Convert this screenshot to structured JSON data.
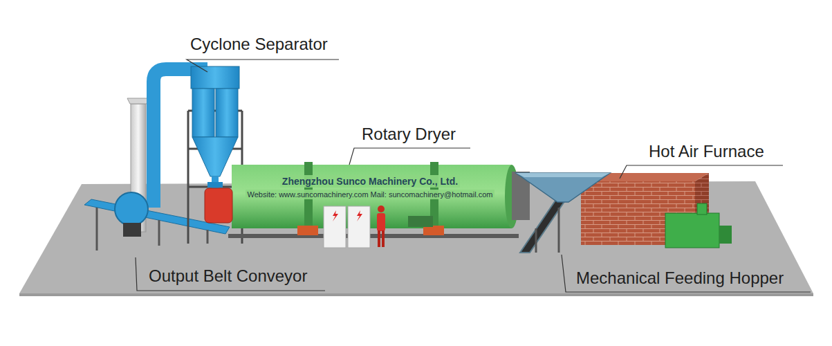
{
  "diagram": {
    "labels": [
      "Cyclone Separator",
      "Rotary Dryer",
      "Hot Air Furnace",
      "Output Belt Conveyor",
      "Mechanical Feeding Hopper",
      "Zhengzhou Sunco Machinery Co., Ltd.",
      "Website: www.suncomachinery.com Mail: suncomachinery@hotmail.com"
    ]
  }
}
